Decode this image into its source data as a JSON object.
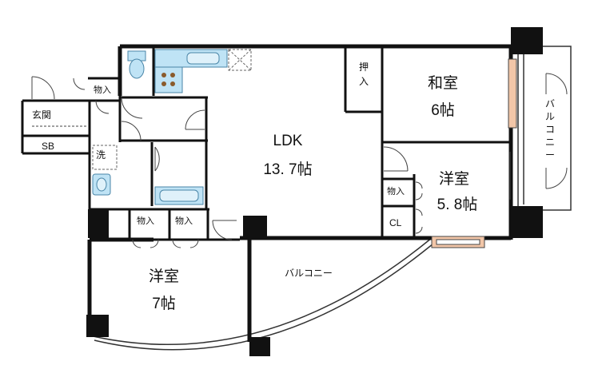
{
  "rooms": {
    "ldk_name": "LDK",
    "ldk_size": "13. 7帖",
    "washitsu_name": "和室",
    "washitsu_size": "6帖",
    "yoshitsu1_name": "洋室",
    "yoshitsu1_size": "5. 8帖",
    "yoshitsu2_name": "洋室",
    "yoshitsu2_size": "7帖",
    "genkan": "玄関",
    "sb": "SB",
    "wash": "洗",
    "oshiire_1": "押",
    "oshiire_2": "入",
    "cl": "CL"
  },
  "storage": {
    "entry": "物入",
    "yoshitsu1": "物入",
    "yoshitsu2_left": "物入",
    "yoshitsu2_right": "物入"
  },
  "balcony": {
    "south": "バルコニー",
    "east_chars": [
      "バ",
      "ル",
      "コ",
      "ニ",
      "ー"
    ]
  },
  "colors": {
    "wall": "#111111",
    "line": "#333333",
    "fixture": "#bfe3f5",
    "fixture_stroke": "#4a86a8",
    "window_frame": "#f2c6a8",
    "cooktop_dot": "#8a5a2b"
  }
}
